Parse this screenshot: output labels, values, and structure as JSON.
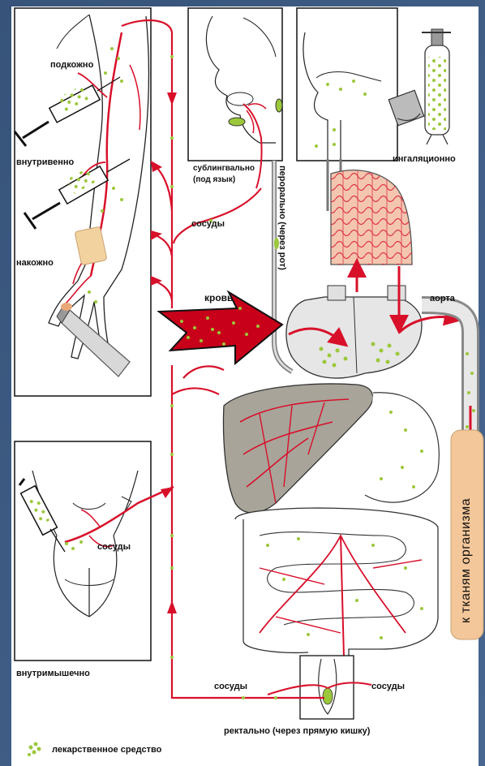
{
  "colors": {
    "frame_bg": "#3d5c86",
    "paper": "#ffffff",
    "vessel_red": "#d8102a",
    "drug_green": "#9bc83a",
    "organ_grey": "#a8a49a",
    "lung_fill": "#f4c6b0",
    "tissue_fill": "#f4c79a"
  },
  "labels": {
    "subcutaneous": "подкожно",
    "intravenous": "внутривенно",
    "transdermal": "накожно",
    "sublingual_line1": "сублингвально",
    "sublingual_line2": "(под язык)",
    "inhalation": "ингаляционно",
    "oral": "перорально (через рот)",
    "vessels_top": "сосуды",
    "blood": "кровь",
    "aorta": "аорта",
    "to_tissues": "к тканям организма",
    "intramuscular": "внутримышечно",
    "vessels_buttock": "сосуды",
    "vessels_bottom_left": "сосуды",
    "vessels_bottom_right": "сосуды",
    "rectal": "ректально (через прямую кишку)"
  },
  "legend": {
    "icon": "drug-dots-icon",
    "text": "лекарственное средство"
  }
}
